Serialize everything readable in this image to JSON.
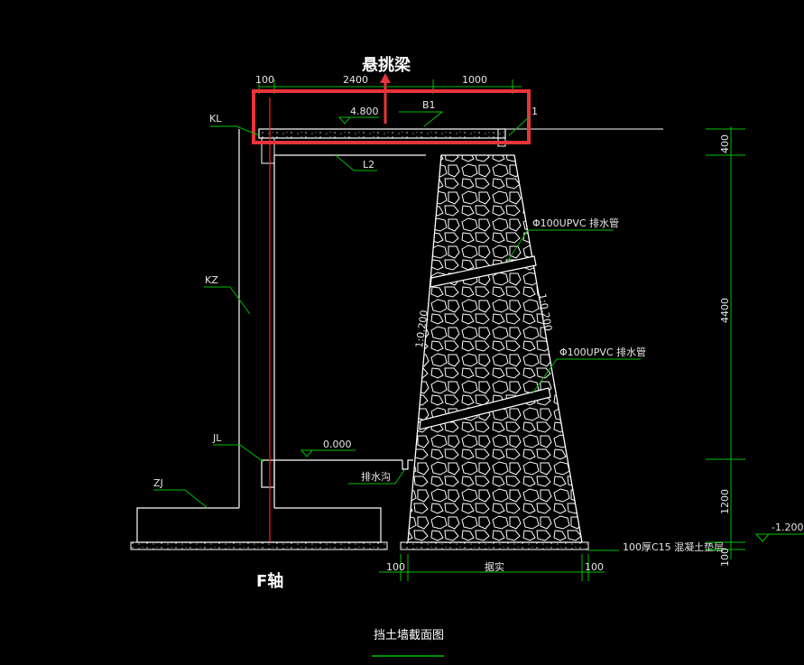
{
  "colors": {
    "background": "#000000",
    "structure": "#ffffff",
    "dimension": "#00c000",
    "highlight": "#e8343a",
    "axis_line": "#ff2020"
  },
  "callout": {
    "label": "悬挑梁",
    "arrow_icon": "up-arrow-icon"
  },
  "top_dimensions": {
    "left": "100",
    "middle": "2400",
    "right": "1000"
  },
  "elevations": {
    "top": "4.800",
    "ground": "0.000",
    "bottom": "-1.200"
  },
  "member_labels": {
    "slab": "B1",
    "marker": "1",
    "KL": "KL",
    "L2": "L2",
    "KZ": "KZ",
    "JL": "JL",
    "ZJ": "ZJ"
  },
  "wall_notes": {
    "drain_pipe_upper": "Φ100UPVC 排水管",
    "drain_pipe_lower": "Φ100UPVC 排水管",
    "drain_ditch": "排水沟",
    "slope_left": "1:0.200",
    "slope_right": "1:0.200",
    "cushion": "100厚C15 混凝土垫层"
  },
  "right_dimensions": {
    "seg1": "400",
    "seg2": "4400",
    "seg3": "1200",
    "seg4": "100"
  },
  "bottom_dimensions": {
    "left": "100",
    "middle": "据实",
    "right": "100"
  },
  "axis_label": "F轴",
  "drawing_title": "挡土墙截面图"
}
